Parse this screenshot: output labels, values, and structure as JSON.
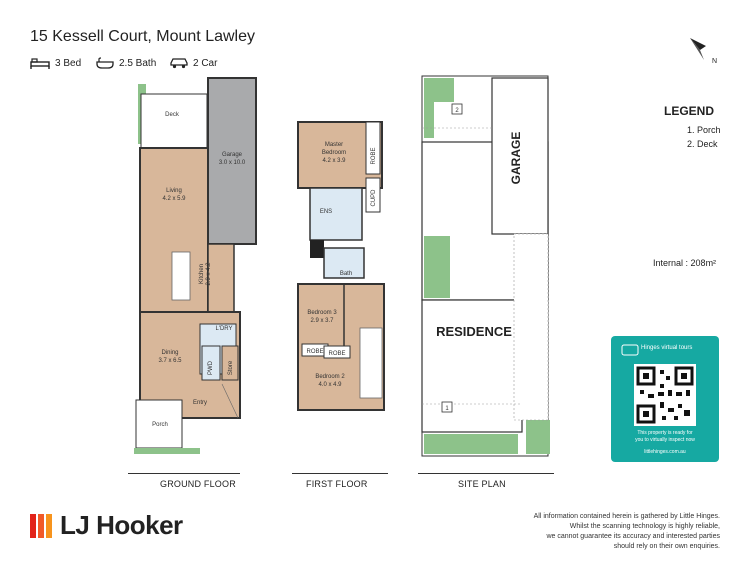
{
  "header": {
    "address": "15 Kessell Court, Mount Lawley",
    "features": [
      {
        "icon": "bed-icon",
        "label": "3 Bed"
      },
      {
        "icon": "bath-icon",
        "label": "2.5 Bath"
      },
      {
        "icon": "car-icon",
        "label": "2 Car"
      }
    ]
  },
  "compass": {
    "label": "N"
  },
  "ground_floor": {
    "caption": "GROUND FLOOR",
    "rooms": {
      "deck": "Deck",
      "garage": "Garage",
      "garage_size": "3.0 x 10.0",
      "living": "Living",
      "living_size": "4.2 x 5.9",
      "kitchen": "Kitchen",
      "kitchen_size": "2.9 x 4.2",
      "laundry": "L'DRY",
      "dining": "Dining",
      "dining_size": "3.7 x 6.5",
      "pwd": "PWD",
      "store": "Store",
      "entry": "Entry",
      "porch": "Porch"
    }
  },
  "first_floor": {
    "caption": "FIRST FLOOR",
    "rooms": {
      "master": "Master",
      "master2": "Bedroom",
      "master_size": "4.2 x 3.9",
      "robe": "ROBE",
      "cupd": "CUPD",
      "ens": "ENS",
      "bath": "Bath",
      "bed3": "Bedroom 3",
      "bed3_size": "2.9 x 3.7",
      "robe_a": "ROBE",
      "robe_b": "ROBE",
      "bed2": "Bedroom 2",
      "bed2_size": "4.0 x 4.9"
    }
  },
  "site_plan": {
    "caption": "SITE PLAN",
    "garage": "GARAGE",
    "residence": "RESIDENCE",
    "marker_1": "1",
    "marker_2": "2"
  },
  "legend": {
    "title": "LEGEND",
    "items": [
      "1. Porch",
      "2. Deck"
    ]
  },
  "internal": {
    "label": "Internal",
    "value": ": 208m²"
  },
  "qr_card": {
    "brand": "Hinges",
    "brand2": "virtual tours",
    "text1": "This property is ready for",
    "text2": "you to virtually inspect now",
    "url": "littlehinges.com.au"
  },
  "footer": {
    "brand": "LJ Hooker",
    "disclaimer": [
      "All information contained herein is gathered by Little Hinges.",
      "Whilst the scanning technology is highly reliable,",
      "we cannot guarantee its accuracy and interested parties",
      "should rely on their own enquiries."
    ]
  },
  "colors": {
    "floor": "#d8b79a",
    "garage": "#a9aaac",
    "wet": "#dce9f3",
    "grass": "#8dc28a",
    "teal": "#16a9a2",
    "brand_red": "#e2231a",
    "brand_orange": "#f7941d"
  }
}
